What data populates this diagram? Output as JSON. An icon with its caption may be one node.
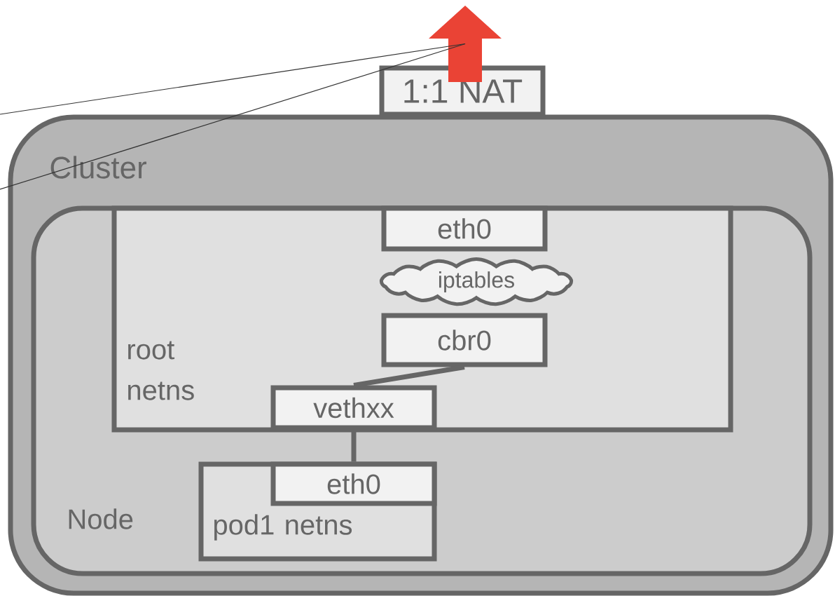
{
  "diagram": {
    "nodes": [
      {
        "text": [
          "Cluster"
        ]
      },
      {
        "text": [
          "1:1 NAT"
        ]
      },
      {
        "text": [
          "Node"
        ],
        "in": 0
      },
      {
        "text": [
          "root netns"
        ],
        "in": 2
      },
      {
        "text": [
          "eth0"
        ],
        "in": 3
      },
      {
        "text": [
          "iptables"
        ],
        "in": 3
      },
      {
        "text": [
          "cbr0"
        ],
        "in": 3
      },
      {
        "text": [
          "vethxx"
        ],
        "in": 3
      },
      {
        "text": [
          "pod1 netns"
        ],
        "in": 2
      },
      {
        "text": [
          "eth0"
        ],
        "in": 8
      },
      {
        "text": [],
        "shape": "arrow"
      }
    ],
    "edges": [
      {
        "from": 6,
        "to": 7,
        "arrow": "none",
        "style": "thick"
      },
      {
        "from": 7,
        "to": 9,
        "arrow": "none",
        "style": "thick"
      },
      {
        "from": 10,
        "to": null,
        "arrow": "none",
        "color": "#333333"
      },
      {
        "from": 10,
        "to": null,
        "arrow": "none",
        "color": "#333333"
      }
    ]
  }
}
